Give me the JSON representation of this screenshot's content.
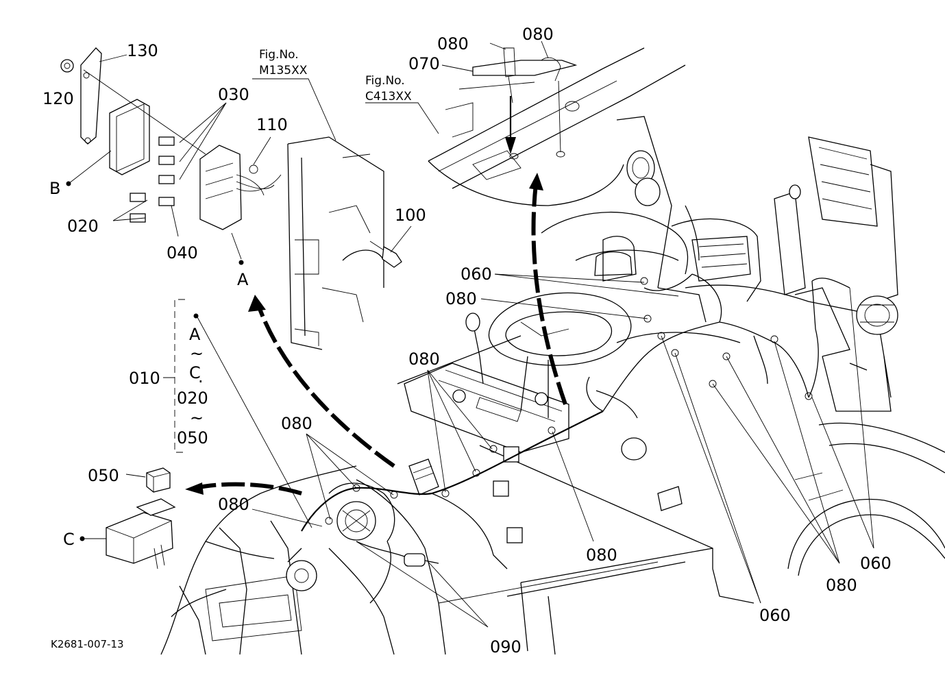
{
  "figure_code": "K2681-007-13",
  "references": [
    {
      "prefix": "Fig.No.",
      "code": "M135XX"
    },
    {
      "prefix": "Fig.No.",
      "code": "C413XX"
    }
  ],
  "part_labels": {
    "p010": "010",
    "p020": "020",
    "p030": "030",
    "p040": "040",
    "p050": "050",
    "p060": "060",
    "p070": "070",
    "p080": "080",
    "p090": "090",
    "p100": "100",
    "p110": "110",
    "p120": "120",
    "p130": "130"
  },
  "callouts": {
    "A": "A",
    "B": "B",
    "C": "C"
  },
  "set_bracket": {
    "from_letter": "A",
    "tilde": "~",
    "to_letter": "C",
    "dot": "·",
    "from_part": "020",
    "to_part": "050"
  }
}
